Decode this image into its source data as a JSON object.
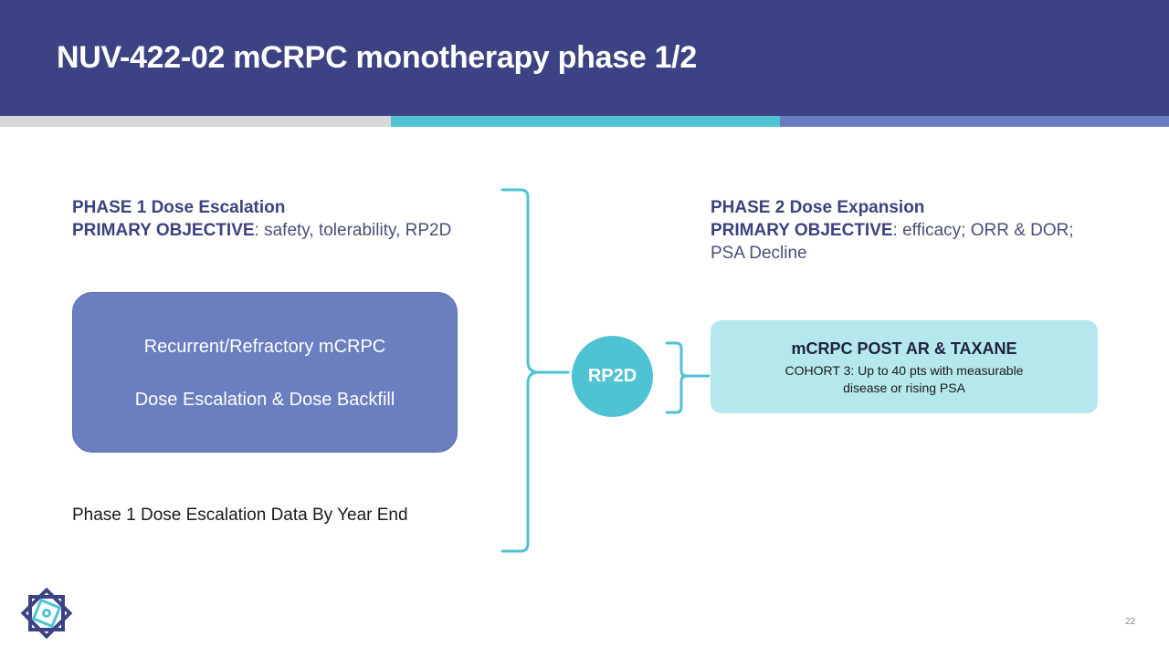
{
  "slide": {
    "title": "NUV-422-02 mCRPC monotherapy phase 1/2",
    "page_number": "22"
  },
  "phase1": {
    "heading": "PHASE 1 Dose Escalation",
    "objective_label": "PRIMARY OBJECTIVE",
    "objective_text": ": safety, tolerability, RP2D",
    "box_line1": "Recurrent/Refractory mCRPC",
    "box_line2": "Dose Escalation & Dose Backfill",
    "footnote": "Phase 1 Dose Escalation Data By Year End"
  },
  "center": {
    "label": "RP2D"
  },
  "phase2": {
    "heading": "PHASE 2 Dose Expansion",
    "objective_label": "PRIMARY OBJECTIVE",
    "objective_text": ": efficacy; ORR & DOR; PSA Decline",
    "cohort_title": "mCRPC POST AR & TAXANE",
    "cohort_desc": "COHORT 3: Up to 40 pts with measurable disease or rising PSA"
  },
  "colors": {
    "header": "#3c4283",
    "teal": "#4fc2d3",
    "periwinkle": "#6a7ec0",
    "light_teal": "#b5e8ec",
    "gray_strip": "#d8d8d8"
  }
}
